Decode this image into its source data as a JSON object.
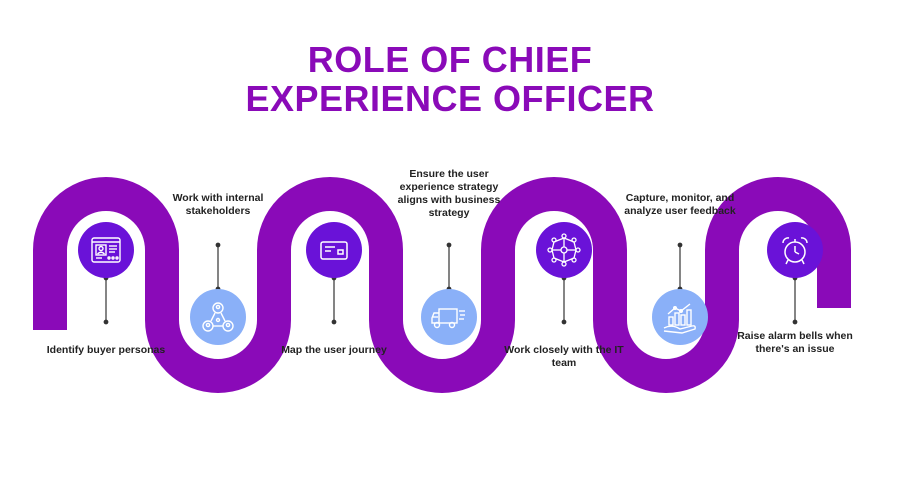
{
  "title": {
    "line1": "ROLE OF CHIEF",
    "line2": "EXPERIENCE OFFICER"
  },
  "colors": {
    "title": "#8a0ab8",
    "path": "#8a0ab8",
    "dark_icon": "#6a12d8",
    "light_icon": "#8ab0f8",
    "text": "#222222"
  },
  "steps": [
    {
      "label": "Identify buyer personas",
      "icon": "persona-card-icon"
    },
    {
      "label": "Work with internal stakeholders",
      "icon": "stakeholders-network-icon"
    },
    {
      "label": "Map the user journey",
      "icon": "card-icon"
    },
    {
      "label": "Ensure the user experience strategy aligns with business strategy",
      "icon": "delivery-truck-icon"
    },
    {
      "label": "Work closely with the IT team",
      "icon": "team-network-icon"
    },
    {
      "label": "Capture, monitor, and analyze user feedback",
      "icon": "growth-chart-hand-icon"
    },
    {
      "label": "Raise alarm bells when there's an issue",
      "icon": "alarm-clock-icon"
    }
  ]
}
